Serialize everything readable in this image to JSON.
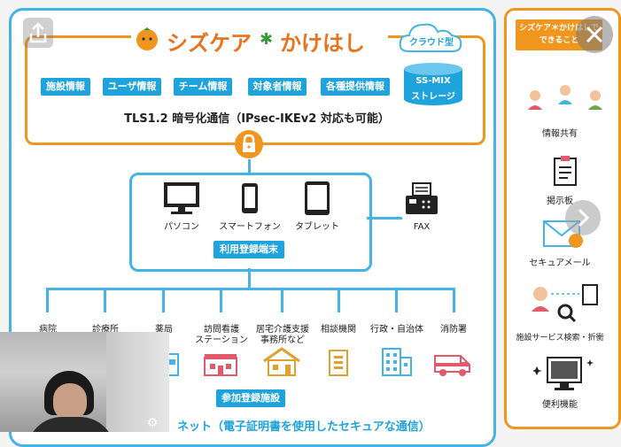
{
  "app": {
    "title_main": "シズケア",
    "title_sub": "かけはし",
    "cloud_label": "クラウド型",
    "ssmix": {
      "line1": "SS-MIX",
      "line2": "ストレージ"
    }
  },
  "top_buttons": [
    "施設情報",
    "ユーザ情報",
    "チーム情報",
    "対象者情報",
    "各種提供情報"
  ],
  "security_text": "TLS1.2 暗号化通信（IPsec-IKEv2 対応も可能）",
  "devices": [
    {
      "label": "パソコン",
      "icon": "monitor-icon"
    },
    {
      "label": "スマートフォン",
      "icon": "smartphone-icon"
    },
    {
      "label": "タブレット",
      "icon": "tablet-icon"
    }
  ],
  "fax_label": "FAX",
  "terminal_label": "利用登録端末",
  "facilities": [
    {
      "label": "病院",
      "icon": "hospital-icon"
    },
    {
      "label": "診療所",
      "icon": "clinic-icon"
    },
    {
      "label": "薬局",
      "icon": "pharmacy-icon"
    },
    {
      "label": "訪問看護\nステーション",
      "icon": "nursing-station-icon"
    },
    {
      "label": "居宅介護支援\n事務所など",
      "icon": "house-icon"
    },
    {
      "label": "相談機関",
      "icon": "office-icon"
    },
    {
      "label": "行政・自治体",
      "icon": "city-hall-icon"
    },
    {
      "label": "消防署",
      "icon": "ambulance-icon"
    }
  ],
  "participating_label": "参加登録施設",
  "bottom_text": "ネット（電子証明書を使用したセキュアな通信）",
  "side_panel": {
    "header": "シズケア＊かけはしで\nできること",
    "items": [
      {
        "label": "情報共有",
        "icon": "people-share-icon"
      },
      {
        "label": "掲示板",
        "icon": "bulletin-board-icon"
      },
      {
        "label": "セキュアメール",
        "icon": "secure-mail-icon"
      },
      {
        "label": "施設サービス検索・折衝",
        "icon": "facility-search-icon"
      },
      {
        "label": "便利機能",
        "icon": "useful-functions-icon"
      }
    ]
  },
  "colors": {
    "orange": "#f0961e",
    "blue": "#1fa3dc",
    "lightblue": "#43b4e5"
  }
}
